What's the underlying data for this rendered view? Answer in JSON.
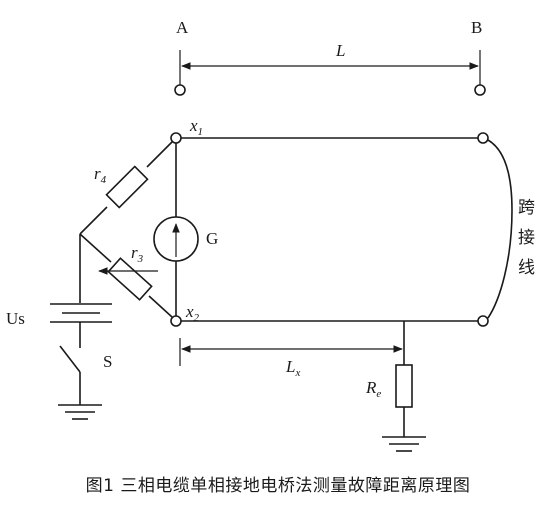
{
  "diagram": {
    "point_a": "A",
    "point_b": "B",
    "length_label": "L",
    "node_x1": {
      "main": "x",
      "sub": "1"
    },
    "node_x2": {
      "main": "x",
      "sub": "2"
    },
    "resistor_r4": {
      "main": "r",
      "sub": "4"
    },
    "resistor_r3": {
      "main": "r",
      "sub": "3"
    },
    "galvanometer": "G",
    "source": "Us",
    "switch": "S",
    "fault_distance": {
      "main": "L",
      "sub": "x"
    },
    "ground_resistor": {
      "main": "R",
      "sub": "e"
    },
    "jumper_label": [
      "跨",
      "接",
      "线"
    ]
  },
  "caption": "图1   三相电缆单相接地电桥法测量故障距离原理图"
}
